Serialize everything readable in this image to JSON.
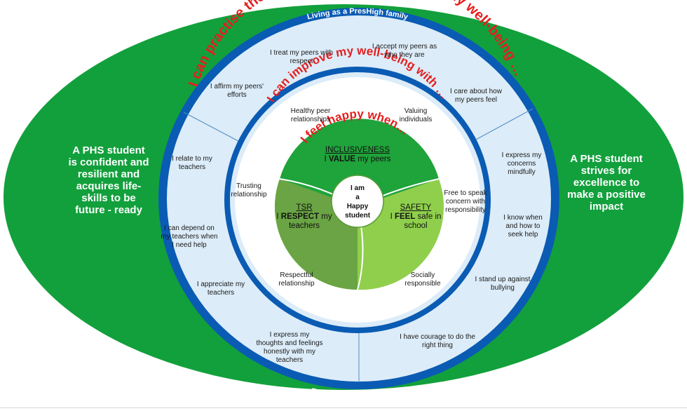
{
  "title_top": "Living as a PresHigh family",
  "title_bottom": "Every Student is valuable",
  "arc_outer": "I can practise these strategies to take care of my well-being …",
  "arc_middle": "I can improve my well-being with …",
  "arc_inner": "I feel happy when…",
  "left_statement": "A PHS student is confident and resilient and acquires life-skills to be future - ready",
  "right_statement": "A PHS student strives for excellence to make a positive impact",
  "center": {
    "line1": "I am",
    "line2": "a",
    "line3": "Happy",
    "line4": "student"
  },
  "segments": {
    "inclusiveness": {
      "title": "INCLUSIVENESS",
      "pre": "I ",
      "bold": "VALUE",
      "post": " my peers"
    },
    "tsr": {
      "title": "TSR",
      "pre": "I ",
      "bold": "RESPECT",
      "post": " my teachers"
    },
    "safety": {
      "title": "SAFETY",
      "pre": "I ",
      "bold": "FEEL",
      "post": " safe in school"
    }
  },
  "middle_ring": {
    "healthy_peer": "Healthy peer relationships",
    "valuing": "Valuing individuals",
    "trusting": "Trusting relationship",
    "free_to_speak": "Free to speak concern with responsibility",
    "respectful": "Respectful relationship",
    "socially": "Socially responsible"
  },
  "outer_ring": {
    "treat_peers": "I treat my peers with respect",
    "accept_peers": "I accept my peers as who they are",
    "affirm_peers": "I affirm my peers' efforts",
    "care_peers": "I care about how my peers feel",
    "relate_teachers": "I relate to my teachers",
    "depend_teachers": "I can depend on my teachers when I need help",
    "appreciate_teachers": "I appreciate my teachers",
    "express_thoughts": "I express my thoughts and feelings honestly with my teachers",
    "express_concerns": "I express my concerns mindfully",
    "know_when": "I know when and how to seek help",
    "stand_up": "I stand up against bullying",
    "courage": "I have courage to do the right thing"
  },
  "colors": {
    "outer_green": "#12a03c",
    "ring_blue": "#0a5bb3",
    "pale_blue": "#dcecf8",
    "inclusiveness": "#1fa33b",
    "tsr": "#6aa444",
    "safety": "#8fcf4c",
    "arc_text": "#e61e1e"
  }
}
